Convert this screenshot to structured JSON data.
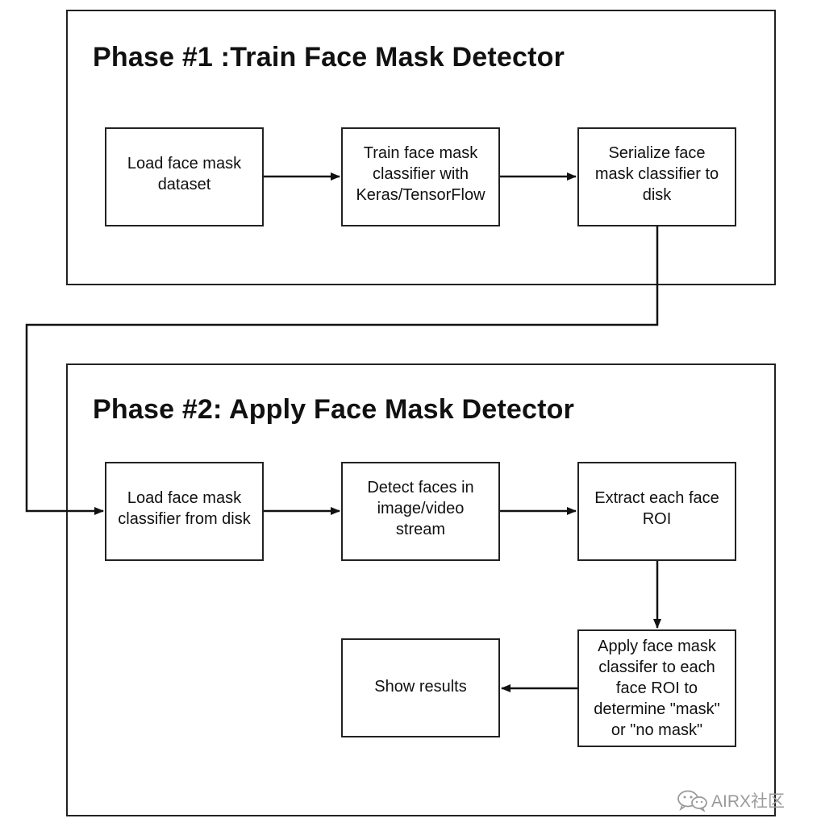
{
  "phase1": {
    "title": "Phase #1 :Train Face Mask Detector",
    "steps": {
      "load_dataset": [
        "Load face mask",
        "dataset"
      ],
      "train_classifier": [
        "Train face mask",
        "classifier with",
        "Keras/TensorFlow"
      ],
      "serialize": [
        "Serialize face",
        "mask classifier to",
        "disk"
      ]
    }
  },
  "phase2": {
    "title": "Phase #2: Apply Face Mask Detector",
    "steps": {
      "load_classifier": [
        "Load face mask",
        "classifier from disk"
      ],
      "detect_faces": [
        "Detect faces in",
        "image/video",
        "stream"
      ],
      "extract_roi": [
        "Extract each face",
        "ROI"
      ],
      "apply_classifier": [
        "Apply face mask",
        "classifer to each",
        "face ROI to",
        "determine \"mask\"",
        "or \"no mask\""
      ],
      "show_results": [
        "Show results"
      ]
    }
  },
  "watermark": {
    "text": "AIRX社区",
    "icon": "wechat-logo-icon"
  },
  "colors": {
    "line": "#111111",
    "border": "#222222",
    "watermark": "#9a9a9a"
  }
}
